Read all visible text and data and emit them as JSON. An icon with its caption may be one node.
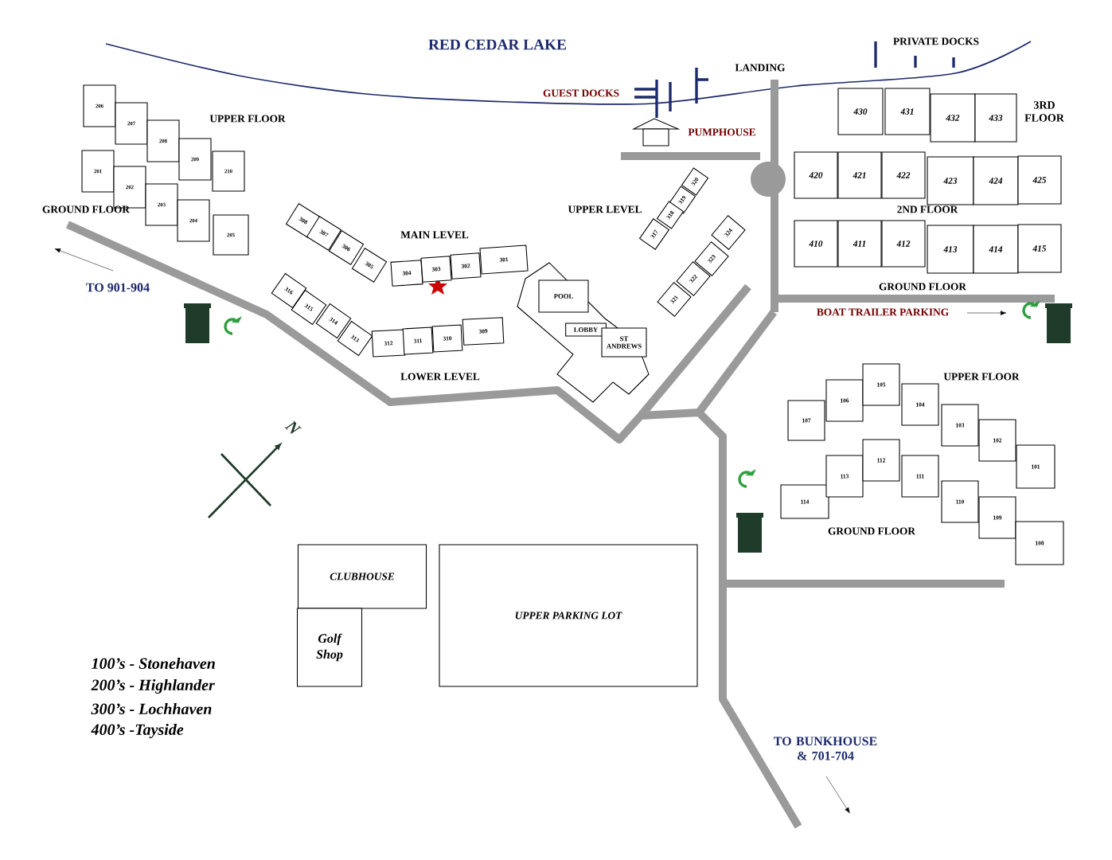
{
  "diagram": {
    "nodes": [
      {
        "text": [
          "206"
        ]
      },
      {
        "text": [
          "207"
        ]
      },
      {
        "text": [
          "208"
        ]
      },
      {
        "text": [
          "209"
        ]
      },
      {
        "text": [
          "210"
        ]
      },
      {
        "text": [
          "201"
        ]
      },
      {
        "text": [
          "202"
        ]
      },
      {
        "text": [
          "203"
        ]
      },
      {
        "text": [
          "204"
        ]
      },
      {
        "text": [
          "205"
        ]
      },
      {
        "text": [
          "308"
        ]
      },
      {
        "text": [
          "307"
        ]
      },
      {
        "text": [
          "306"
        ]
      },
      {
        "text": [
          "305"
        ]
      },
      {
        "text": [
          "304"
        ]
      },
      {
        "text": [
          "303"
        ]
      },
      {
        "text": [
          "302"
        ]
      },
      {
        "text": [
          "301"
        ]
      },
      {
        "text": [
          "316"
        ]
      },
      {
        "text": [
          "315"
        ]
      },
      {
        "text": [
          "314"
        ]
      },
      {
        "text": [
          "313"
        ]
      },
      {
        "text": [
          "312"
        ]
      },
      {
        "text": [
          "311"
        ]
      },
      {
        "text": [
          "310"
        ]
      },
      {
        "text": [
          "309"
        ]
      },
      {
        "text": [
          "320"
        ]
      },
      {
        "text": [
          "319"
        ]
      },
      {
        "text": [
          "318"
        ]
      },
      {
        "text": [
          "317"
        ]
      },
      {
        "text": [
          "324"
        ]
      },
      {
        "text": [
          "323"
        ]
      },
      {
        "text": [
          "322"
        ]
      },
      {
        "text": [
          "321"
        ]
      },
      {
        "text": [
          "POOL"
        ]
      },
      {
        "text": [
          "LOBBY"
        ]
      },
      {
        "text": [
          "ST ANDREWS"
        ]
      },
      {
        "text": [
          "430"
        ]
      },
      {
        "text": [
          "431"
        ]
      },
      {
        "text": [
          "432"
        ]
      },
      {
        "text": [
          "433"
        ]
      },
      {
        "text": [
          "420"
        ]
      },
      {
        "text": [
          "421"
        ]
      },
      {
        "text": [
          "422"
        ]
      },
      {
        "text": [
          "423"
        ]
      },
      {
        "text": [
          "424"
        ]
      },
      {
        "text": [
          "425"
        ]
      },
      {
        "text": [
          "410"
        ]
      },
      {
        "text": [
          "411"
        ]
      },
      {
        "text": [
          "412"
        ]
      },
      {
        "text": [
          "413"
        ]
      },
      {
        "text": [
          "414"
        ]
      },
      {
        "text": [
          "415"
        ]
      },
      {
        "text": [
          "107"
        ]
      },
      {
        "text": [
          "106"
        ]
      },
      {
        "text": [
          "105"
        ]
      },
      {
        "text": [
          "104"
        ]
      },
      {
        "text": [
          "103"
        ]
      },
      {
        "text": [
          "102"
        ]
      },
      {
        "text": [
          "101"
        ]
      },
      {
        "text": [
          "114"
        ]
      },
      {
        "text": [
          "113"
        ]
      },
      {
        "text": [
          "112"
        ]
      },
      {
        "text": [
          "111"
        ]
      },
      {
        "text": [
          "110"
        ]
      },
      {
        "text": [
          "109"
        ]
      },
      {
        "text": [
          "108"
        ]
      },
      {
        "text": [
          "CLUBHOUSE"
        ]
      },
      {
        "text": [
          "Golf Shop"
        ]
      },
      {
        "text": [
          "UPPER PARKING LOT"
        ]
      }
    ],
    "labels": [
      "RED CEDAR LAKE",
      "GUEST DOCKS",
      "LANDING",
      "PRIVATE DOCKS",
      "PUMPHOUSE",
      "3RD FLOOR",
      "UPPER FLOOR",
      "GROUND FLOOR",
      "UPPER LEVEL",
      "MAIN LEVEL",
      "2ND FLOOR",
      "TO 901-904",
      "GROUND FLOOR",
      "BOAT TRAILER PARKING",
      "LOWER LEVEL",
      "UPPER FLOOR",
      "N",
      "GROUND FLOOR",
      "100’s - Stonehaven",
      "200’s - Highlander",
      "300’s - Lochhaven",
      "400’s -Tayside",
      "TO BUNKHOUSE & 701-704"
    ]
  }
}
